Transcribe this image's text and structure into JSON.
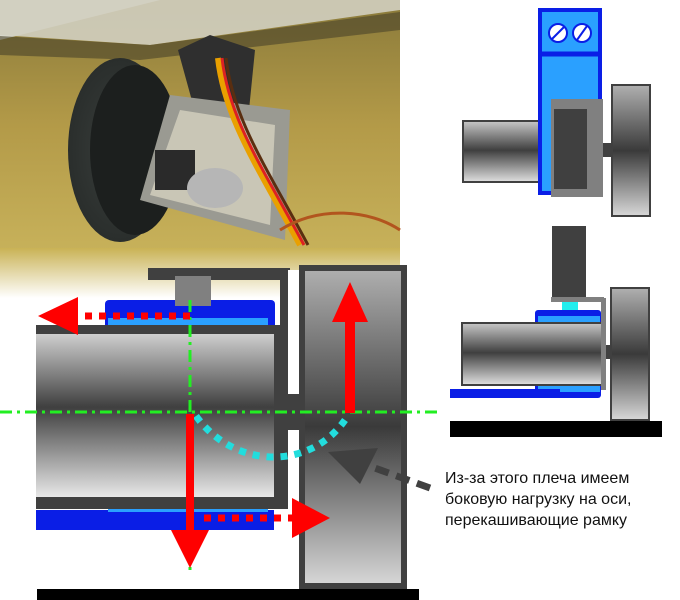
{
  "figure": {
    "photo_label": "photo-servo-wheel",
    "annotation": {
      "lines": [
        "Из-за этого плеча имеем",
        "боковую нагрузку на оси,",
        "перекашивающие рамку"
      ]
    }
  },
  "colors": {
    "bracket_blue": "#0a1ee6",
    "body_blue": "#2aa0ff",
    "force_red": "#ff0000",
    "axis_green": "#22dd22",
    "arm_cyan": "#22dddd",
    "frame_dark": "#404040",
    "ground": "#000000"
  }
}
